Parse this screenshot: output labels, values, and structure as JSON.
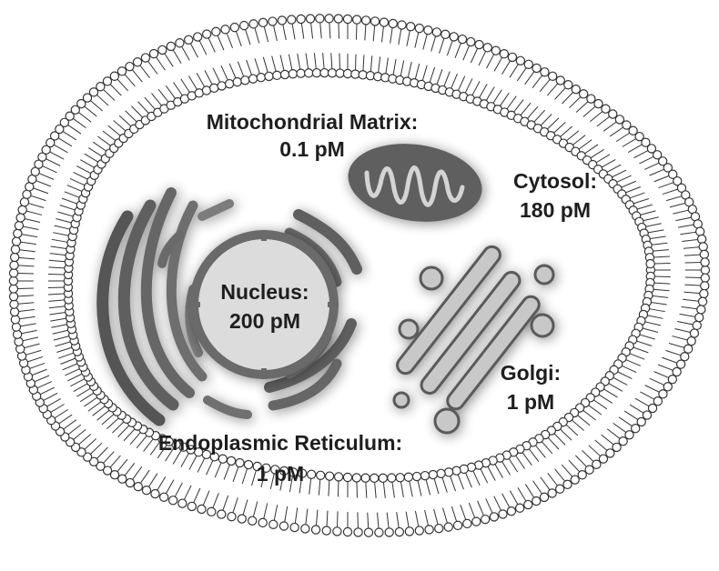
{
  "labels": {
    "mito_name": "Mitochondrial Matrix:",
    "mito_value": "0.1 pM",
    "cytosol_name": "Cytosol:",
    "cytosol_value": "180 pM",
    "nucleus_name": "Nucleus:",
    "nucleus_value": "200 pM",
    "golgi_name": "Golgi:",
    "golgi_value": "1 pM",
    "er_name": "Endoplasmic Reticulum:",
    "er_value": "1 pM"
  },
  "colors": {
    "membrane_line": "#333333",
    "organelle_dark": "#5e5e5e",
    "organelle_mid": "#8c8c8c",
    "golgi_fill": "#c8c8c8",
    "nucleus_fill": "#dcdcdc",
    "text": "#1e1e1e"
  }
}
